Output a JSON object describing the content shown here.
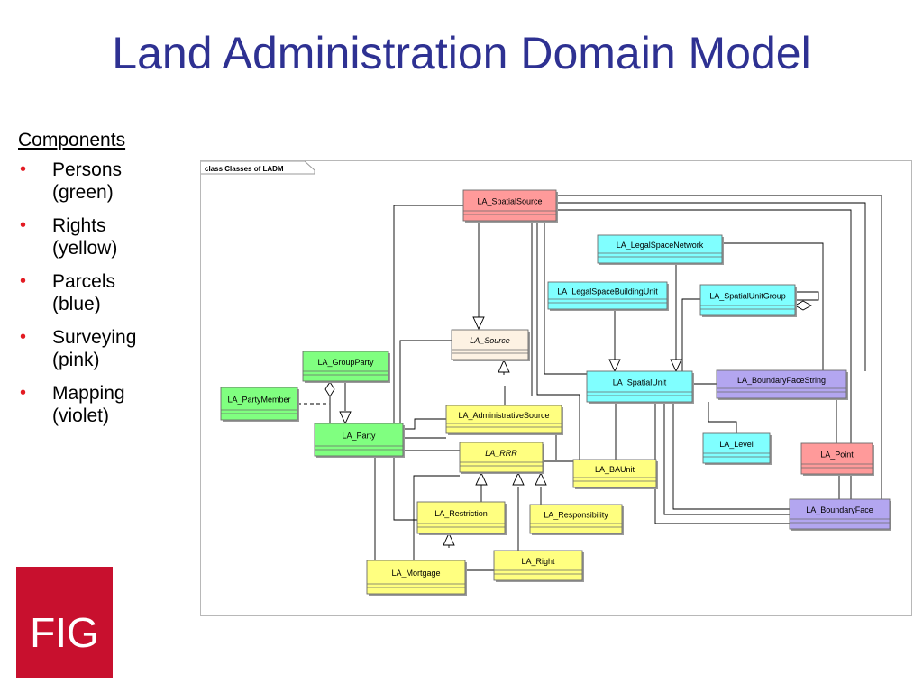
{
  "title": "Land Administration Domain Model",
  "components": {
    "heading": "Components",
    "items": [
      {
        "text": "Persons (green)"
      },
      {
        "text": "Rights (yellow)"
      },
      {
        "text": "Parcels (blue)"
      },
      {
        "text": "Surveying (pink)"
      },
      {
        "text": "Mapping (violet)"
      }
    ]
  },
  "logo": {
    "text": "FIG",
    "color": "#c8102e"
  },
  "diagram": {
    "frame_label": "class Classes of LADM",
    "colors": {
      "green": "#80ff80",
      "yellow": "#ffff80",
      "blue": "#80ffff",
      "pink": "#ff9a9a",
      "violet": "#b3a6f0",
      "beige": "#fdf2e3"
    },
    "classes": [
      {
        "id": "spatialsource",
        "label": "LA_SpatialSource",
        "color": "pink"
      },
      {
        "id": "legalspacenetwork",
        "label": "LA_LegalSpaceNetwork",
        "color": "blue"
      },
      {
        "id": "legalspacebuildingunit",
        "label": "LA_LegalSpaceBuildingUnit",
        "color": "blue"
      },
      {
        "id": "spatialunitgroup",
        "label": "LA_SpatialUnitGroup",
        "color": "blue"
      },
      {
        "id": "source",
        "label": "LA_Source",
        "color": "beige",
        "italic": true
      },
      {
        "id": "groupparty",
        "label": "LA_GroupParty",
        "color": "green"
      },
      {
        "id": "partymember",
        "label": "LA_PartyMember",
        "color": "green"
      },
      {
        "id": "spatialunit",
        "label": "LA_SpatialUnit",
        "color": "blue"
      },
      {
        "id": "boundaryfacestring",
        "label": "LA_BoundaryFaceString",
        "color": "violet"
      },
      {
        "id": "administrativesource",
        "label": "LA_AdministrativeSource",
        "color": "yellow"
      },
      {
        "id": "party",
        "label": "LA_Party",
        "color": "green"
      },
      {
        "id": "rrr",
        "label": "LA_RRR",
        "color": "yellow",
        "italic": true
      },
      {
        "id": "level",
        "label": "LA_Level",
        "color": "blue"
      },
      {
        "id": "point",
        "label": "LA_Point",
        "color": "pink"
      },
      {
        "id": "baunit",
        "label": "LA_BAUnit",
        "color": "yellow"
      },
      {
        "id": "restriction",
        "label": "LA_Restriction",
        "color": "yellow"
      },
      {
        "id": "responsibility",
        "label": "LA_Responsibility",
        "color": "yellow"
      },
      {
        "id": "boundaryface",
        "label": "LA_BoundaryFace",
        "color": "violet"
      },
      {
        "id": "right",
        "label": "LA_Right",
        "color": "yellow"
      },
      {
        "id": "mortgage",
        "label": "LA_Mortgage",
        "color": "yellow"
      }
    ]
  }
}
